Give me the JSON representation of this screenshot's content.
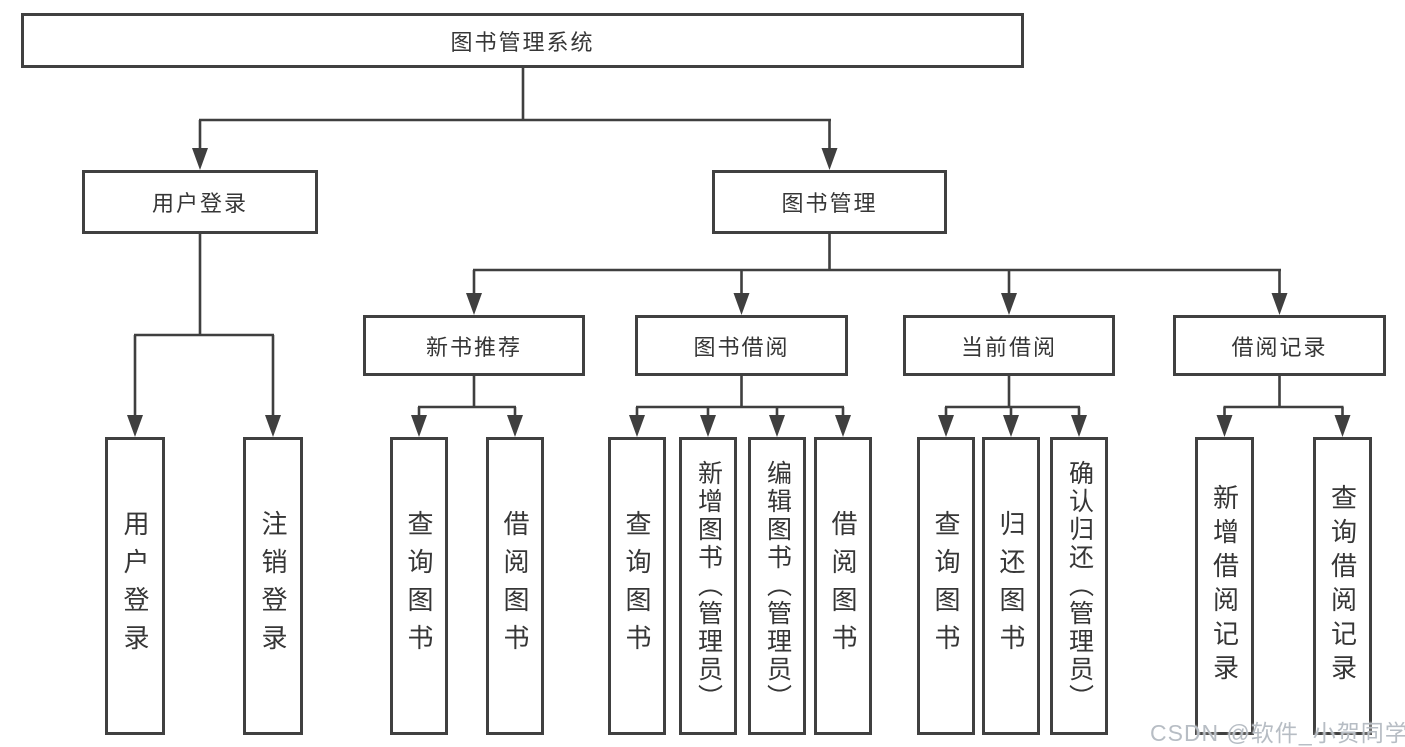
{
  "diagram": {
    "root": "图书管理系统",
    "branches": [
      {
        "label": "用户登录",
        "children": [
          {
            "label": "用户登录"
          },
          {
            "label": "注销登录"
          }
        ]
      },
      {
        "label": "图书管理",
        "children": [
          {
            "label": "新书推荐",
            "children": [
              {
                "label": "查询图书"
              },
              {
                "label": "借阅图书"
              }
            ]
          },
          {
            "label": "图书借阅",
            "children": [
              {
                "label": "查询图书"
              },
              {
                "label": "新增图书（管理员）"
              },
              {
                "label": "编辑图书（管理员）"
              },
              {
                "label": "借阅图书"
              }
            ]
          },
          {
            "label": "当前借阅",
            "children": [
              {
                "label": "查询图书"
              },
              {
                "label": "归还图书"
              },
              {
                "label": "确认归还（管理员）"
              }
            ]
          },
          {
            "label": "借阅记录",
            "children": [
              {
                "label": "新增借阅记录"
              },
              {
                "label": "查询借阅记录"
              }
            ]
          }
        ]
      }
    ]
  },
  "watermark": "CSDN @软件_小贺同学",
  "colors": {
    "line": "#3f3f3f",
    "border": "#404040",
    "text": "#363636",
    "watermark": "#b7bdc4"
  }
}
